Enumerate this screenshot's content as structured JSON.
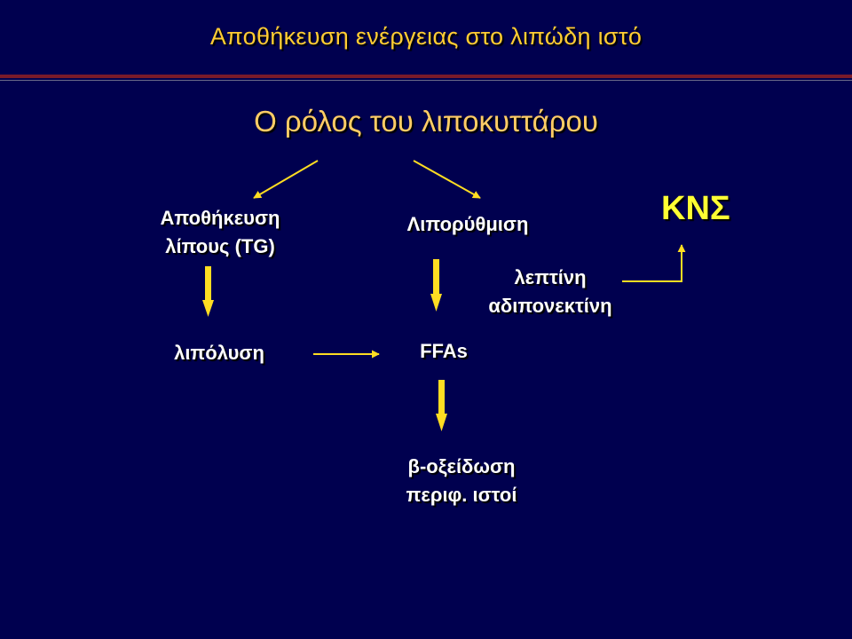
{
  "slide": {
    "title": "Αποθήκευση ενέργειας στο λιπώδη ιστό",
    "subtitle": "Ο ρόλος του λιποκυττάρου",
    "nodes": {
      "storage": [
        "Αποθήκευση",
        "λίπους (TG)"
      ],
      "liporegulation": "Λιπορύθμιση",
      "cns": "ΚΝΣ",
      "hormones": [
        "λεπτίνη",
        "αδιπονεκτίνη"
      ],
      "lipolysis": "λιπόλυση",
      "ffas": "FFAs",
      "oxidation": [
        "β-οξείδωση",
        "περιφ. ιστοί"
      ]
    }
  },
  "colors": {
    "background": "#00004f",
    "title": "#ffcc33",
    "subtitle": "#ffcc66",
    "node_text": "#ffffff",
    "cns_text": "#ffff33",
    "arrow": "#ffdd22",
    "rule": "#7a1a2a"
  }
}
